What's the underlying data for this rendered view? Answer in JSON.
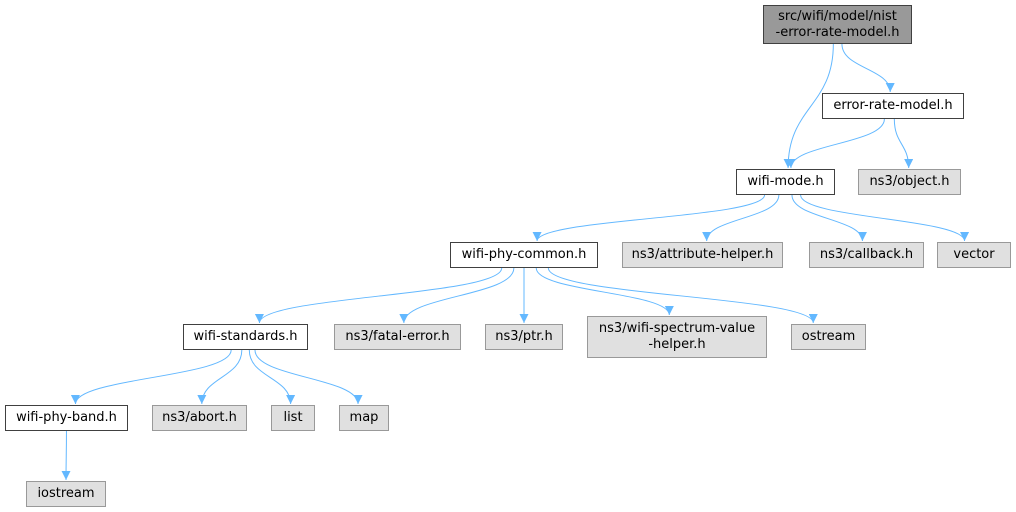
{
  "graph": {
    "colors": {
      "edge": "#63b8ff",
      "root_fill": "#999999",
      "documented_fill": "#ffffff",
      "external_fill": "#e0e0e0",
      "documented_border": "#404040",
      "external_border": "#999999"
    },
    "nodes": [
      {
        "id": "nist",
        "label": "src/wifi/model/nist\n-error-rate-model.h",
        "kind": "root"
      },
      {
        "id": "erm",
        "label": "error-rate-model.h",
        "kind": "documented"
      },
      {
        "id": "mode",
        "label": "wifi-mode.h",
        "kind": "documented"
      },
      {
        "id": "object",
        "label": "ns3/object.h",
        "kind": "external"
      },
      {
        "id": "common",
        "label": "wifi-phy-common.h",
        "kind": "documented"
      },
      {
        "id": "attr",
        "label": "ns3/attribute-helper.h",
        "kind": "external"
      },
      {
        "id": "callback",
        "label": "ns3/callback.h",
        "kind": "external"
      },
      {
        "id": "vector",
        "label": "vector",
        "kind": "external"
      },
      {
        "id": "standards",
        "label": "wifi-standards.h",
        "kind": "documented"
      },
      {
        "id": "fatal",
        "label": "ns3/fatal-error.h",
        "kind": "external"
      },
      {
        "id": "ptr",
        "label": "ns3/ptr.h",
        "kind": "external"
      },
      {
        "id": "spectrum",
        "label": "ns3/wifi-spectrum-value\n-helper.h",
        "kind": "external"
      },
      {
        "id": "ostream",
        "label": "ostream",
        "kind": "external"
      },
      {
        "id": "band",
        "label": "wifi-phy-band.h",
        "kind": "documented"
      },
      {
        "id": "abort",
        "label": "ns3/abort.h",
        "kind": "external"
      },
      {
        "id": "list",
        "label": "list",
        "kind": "external"
      },
      {
        "id": "map",
        "label": "map",
        "kind": "external"
      },
      {
        "id": "iostream",
        "label": "iostream",
        "kind": "external"
      }
    ],
    "edges": [
      [
        "nist",
        "erm"
      ],
      [
        "nist",
        "mode"
      ],
      [
        "erm",
        "mode"
      ],
      [
        "erm",
        "object"
      ],
      [
        "mode",
        "common"
      ],
      [
        "mode",
        "attr"
      ],
      [
        "mode",
        "callback"
      ],
      [
        "mode",
        "vector"
      ],
      [
        "common",
        "standards"
      ],
      [
        "common",
        "fatal"
      ],
      [
        "common",
        "ptr"
      ],
      [
        "common",
        "spectrum"
      ],
      [
        "common",
        "ostream"
      ],
      [
        "standards",
        "band"
      ],
      [
        "standards",
        "abort"
      ],
      [
        "standards",
        "list"
      ],
      [
        "standards",
        "map"
      ],
      [
        "band",
        "iostream"
      ]
    ]
  }
}
